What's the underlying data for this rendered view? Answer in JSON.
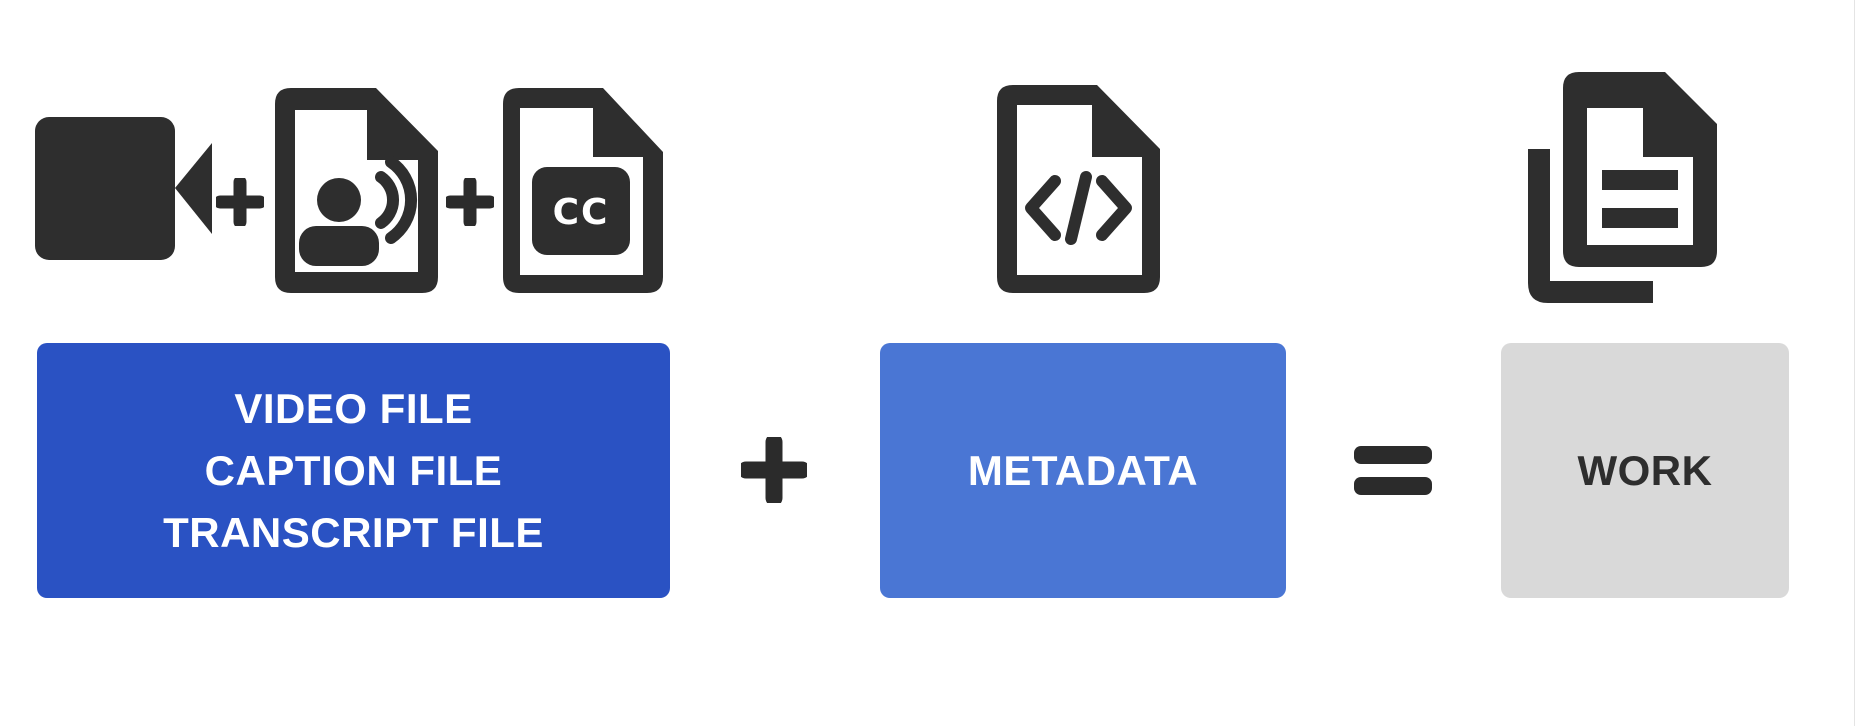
{
  "colors": {
    "background": "#ffffff",
    "icon": "#2e2e2e",
    "operator": "#2b2b2b",
    "files_box_bg": "#2a52c3",
    "files_box_text": "#ffffff",
    "metadata_box_bg": "#4a76d4",
    "metadata_box_text": "#ffffff",
    "work_box_bg": "#d9d9d9",
    "work_box_text": "#2e2e2e"
  },
  "icons": {
    "video_camera": "video-camera",
    "voice_file": "document-with-speaking-person-and-sound-waves",
    "caption_file": {
      "badge_text": "CC"
    },
    "metadata_file": "document-with-code-brackets",
    "work_documents": "stacked-documents-with-text-lines"
  },
  "operators": {
    "plus_between_icons_1": "+",
    "plus_between_icons_2": "+",
    "plus": "+",
    "equals": "="
  },
  "boxes": {
    "files": {
      "lines": [
        "VIDEO FILE",
        "CAPTION FILE",
        "TRANSCRIPT FILE"
      ]
    },
    "metadata": {
      "label": "METADATA"
    },
    "work": {
      "label": "WORK"
    }
  }
}
